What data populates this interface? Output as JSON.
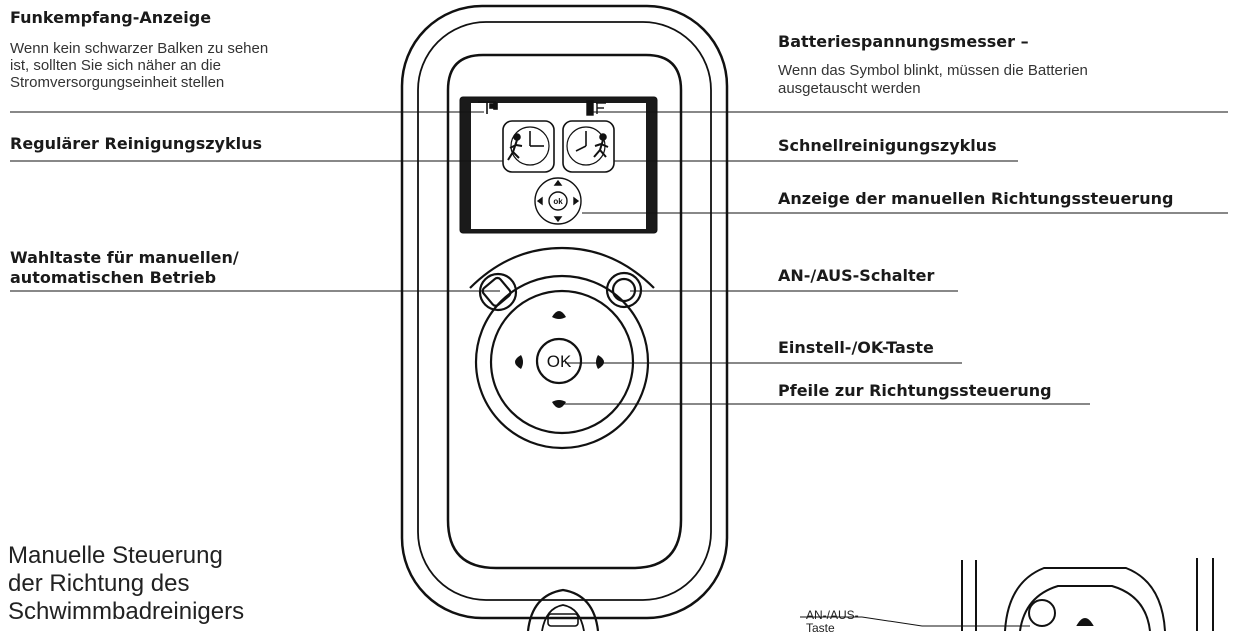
{
  "labels": {
    "signal_title": "Funkempfang-Anzeige",
    "signal_desc_1": "Wenn kein schwarzer Balken zu sehen",
    "signal_desc_2": "ist, sollten Sie sich näher an die",
    "signal_desc_3": "Stromversorgungseinheit stellen",
    "battery_title": "Batteriespannungsmesser –",
    "battery_desc_1": "Wenn das Symbol blinkt, müssen die Batterien",
    "battery_desc_2": "ausgetauscht werden",
    "regular_cycle": "Regulärer Reinigungszyklus",
    "quick_cycle": "Schnellreinigungszyklus",
    "manual_dir_display": "Anzeige der manuellen Richtungssteuerung",
    "mode_select_1": "Wahltaste für manuellen/",
    "mode_select_2": "automatischen Betrieb",
    "power_switch": "AN-/AUS-Schalter",
    "ok_key": "Einstell-/OK-Taste",
    "arrows": "Pfeile zur Richtungssteuerung"
  },
  "section": {
    "heading_1": "Manuelle Steuerung",
    "heading_2": "der Richtung des",
    "heading_3": "Schwimmbadreinigers"
  },
  "inset": {
    "label_1": "AN-/AUS-",
    "label_2": "Taste"
  },
  "device": {
    "ok_button": "OK",
    "screen_ok": "ok"
  }
}
